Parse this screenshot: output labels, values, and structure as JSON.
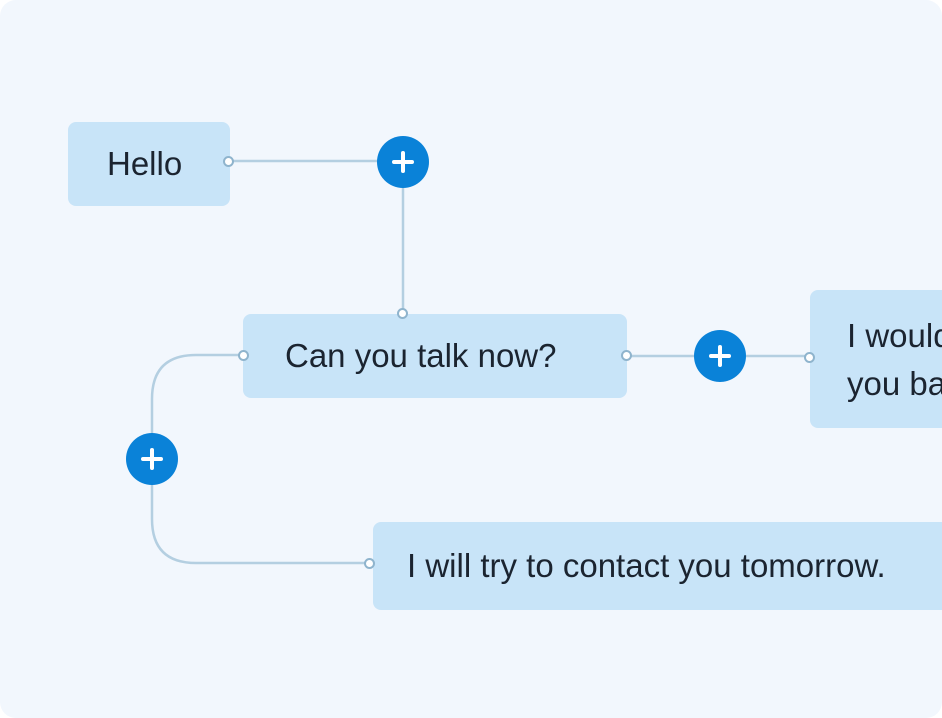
{
  "nodes": {
    "hello": {
      "label": "Hello"
    },
    "can_you_talk": {
      "label": "Can you talk now?"
    },
    "callback": {
      "line1": "I would like to call",
      "line2": "you back later."
    },
    "tomorrow": {
      "label": "I will try to contact you tomorrow."
    }
  },
  "colors": {
    "canvas_background": "#f2f7fd",
    "node_fill": "#c8e4f8",
    "connector": "#b4cfe1",
    "add_button": "#0a82d8",
    "text": "#1b2430"
  },
  "icons": {
    "add": "plus-icon"
  }
}
